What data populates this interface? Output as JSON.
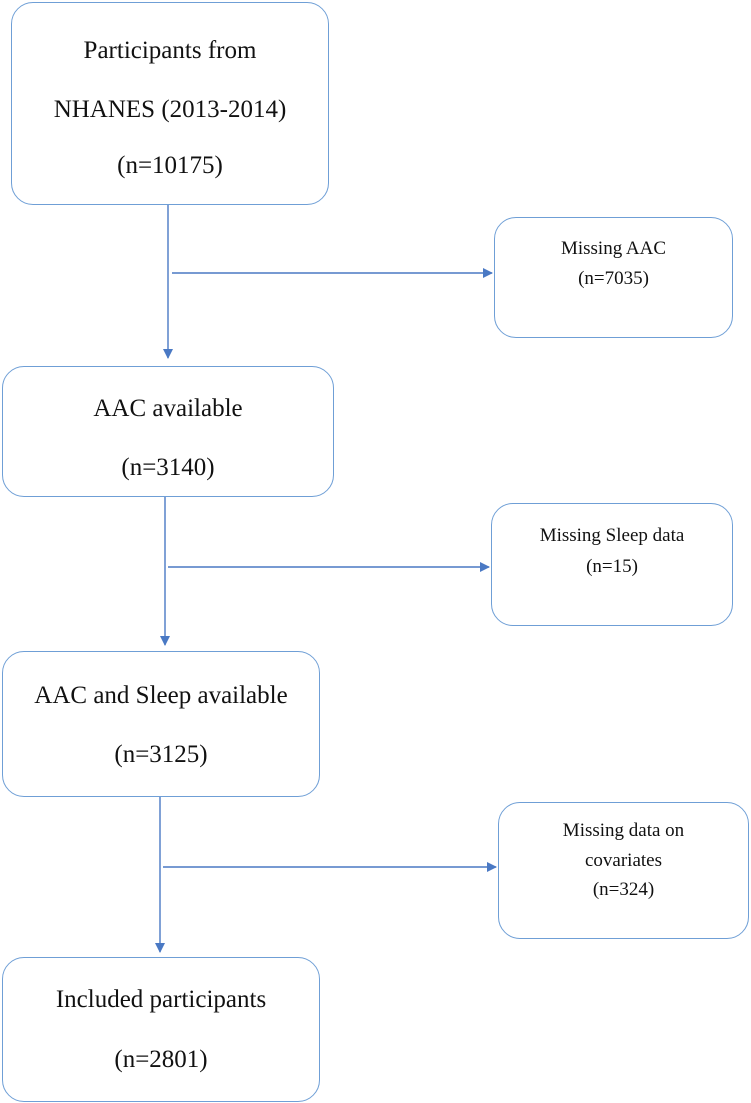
{
  "flowchart": {
    "main_boxes": [
      {
        "lines": [
          "Participants from",
          "NHANES (2013-2014)",
          "(n=10175)"
        ]
      },
      {
        "lines": [
          "AAC available",
          "(n=3140)"
        ]
      },
      {
        "lines": [
          "AAC and Sleep available",
          "(n=3125)"
        ]
      },
      {
        "lines": [
          "Included participants",
          "(n=2801)"
        ]
      }
    ],
    "exclusion_boxes": [
      {
        "lines": [
          "Missing AAC",
          "(n=7035)"
        ]
      },
      {
        "lines": [
          "Missing Sleep data",
          "(n=15)"
        ]
      },
      {
        "lines": [
          "Missing data on",
          "covariates",
          "(n=324)"
        ]
      }
    ]
  },
  "colors": {
    "border": "#6f9fd6",
    "arrow": "#4a79c4",
    "text": "#111111"
  }
}
